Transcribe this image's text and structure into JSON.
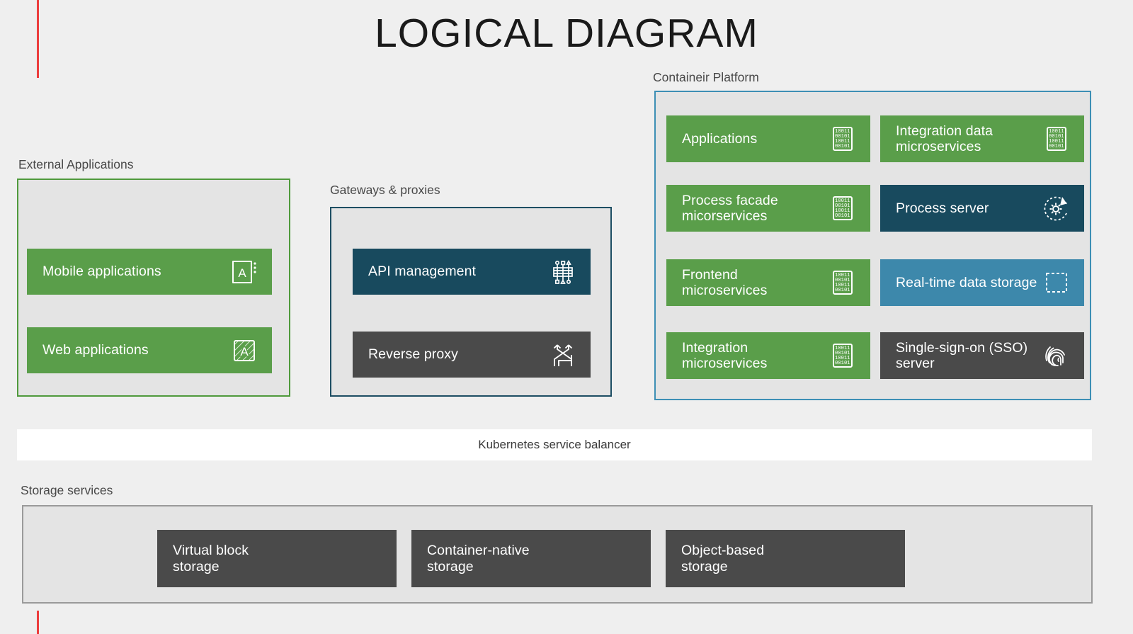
{
  "title": "LOGICAL DIAGRAM",
  "colors": {
    "background": "#efefef",
    "green": "#5a9e4a",
    "navy": "#184a5e",
    "teal": "#3d88ab",
    "dark_gray": "#4a4a4a",
    "group_fill": "#e4e4e4",
    "accent_red": "#ec3d3d",
    "white": "#ffffff"
  },
  "groups": {
    "external_applications": {
      "label": "External Applications",
      "nodes": [
        {
          "label": "Mobile applications",
          "icon": "app-window-dotted-icon",
          "style": "green"
        },
        {
          "label": "Web applications",
          "icon": "app-window-hatched-icon",
          "style": "green"
        }
      ]
    },
    "gateways_proxies": {
      "label": "Gateways & proxies",
      "nodes": [
        {
          "label": "API management",
          "icon": "api-routing-icon",
          "style": "navy"
        },
        {
          "label": "Reverse proxy",
          "icon": "crossing-arrows-icon",
          "style": "dark"
        }
      ]
    },
    "container_platform": {
      "label": "Containeir Platform",
      "nodes": [
        {
          "label": "Applications",
          "icon": "binary-card-icon",
          "style": "green"
        },
        {
          "label": "Integration data\nmicroservices",
          "icon": "binary-card-icon",
          "style": "green"
        },
        {
          "label": "Process facade\nmicorservices",
          "icon": "binary-card-icon",
          "style": "green"
        },
        {
          "label": "Process server",
          "icon": "gear-refresh-icon",
          "style": "navy"
        },
        {
          "label": "Frontend microservices",
          "icon": "binary-card-icon",
          "style": "green"
        },
        {
          "label": "Real-time data storage",
          "icon": "dashed-square-icon",
          "style": "teal"
        },
        {
          "label": "Integration\nmicroservices",
          "icon": "binary-card-icon",
          "style": "green"
        },
        {
          "label": "Single-sign-on (SSO)\nserver",
          "icon": "fingerprint-icon",
          "style": "dark"
        }
      ]
    },
    "storage_services": {
      "label": "Storage services",
      "nodes": [
        {
          "label": "Virtual block\nstorage",
          "style": "dark"
        },
        {
          "label": "Container-native\nstorage",
          "style": "dark"
        },
        {
          "label": "Object-based\nstorage",
          "style": "dark"
        }
      ]
    }
  },
  "service_bar": {
    "label": "Kubernetes service balancer"
  }
}
